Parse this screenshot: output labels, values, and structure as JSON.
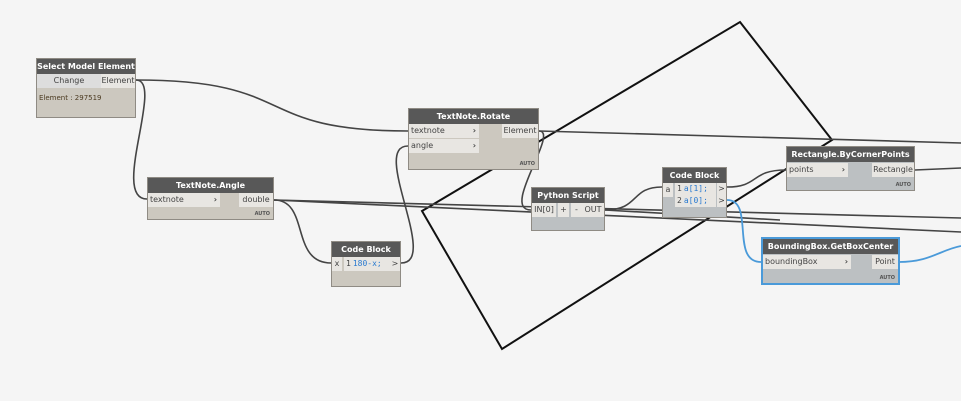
{
  "nodes": {
    "select_model_element": {
      "title": "Select Model Element",
      "button": "Change",
      "output": "Element",
      "value": "Element : 297519"
    },
    "textnote_angle": {
      "title": "TextNote.Angle",
      "input": "textnote",
      "output": "double",
      "lacing": "AUTO"
    },
    "textnote_rotate": {
      "title": "TextNote.Rotate",
      "inputs": [
        "textnote",
        "angle"
      ],
      "output": "Element",
      "lacing": "AUTO"
    },
    "code_block_1": {
      "title": "Code Block",
      "input": "x",
      "line_no": "1",
      "code": "180-x;",
      "output": ">"
    },
    "python_script": {
      "title": "Python Script",
      "input": "IN[0]",
      "add": "+",
      "remove": "-",
      "output": "OUT"
    },
    "code_block_2": {
      "title": "Code Block",
      "input": "a",
      "lines": [
        {
          "no": "1",
          "code": "a[1];",
          "out": ">"
        },
        {
          "no": "2",
          "code": "a[0];",
          "out": ">"
        }
      ]
    },
    "rectangle_by_corner_points": {
      "title": "Rectangle.ByCornerPoints",
      "input": "points",
      "output": "Rectangle",
      "lacing": "AUTO"
    },
    "boundingbox_getboxcenter": {
      "title": "BoundingBox.GetBoxCenter",
      "input": "boundingBox",
      "output": "Point",
      "lacing": "AUTO"
    }
  },
  "colors": {
    "wire": "#444444",
    "selected_wire": "#4a9ad9",
    "header": "#585858"
  }
}
